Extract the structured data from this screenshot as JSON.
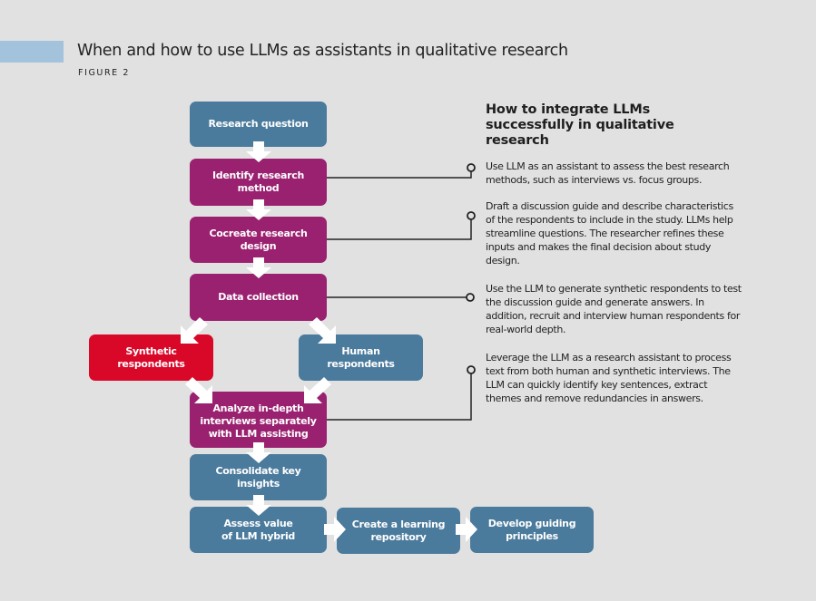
{
  "header": {
    "title": "When and how to use LLMs as assistants in qualitative research",
    "figure_label": "FIGURE 2"
  },
  "colors": {
    "background": "#e1e1e1",
    "accent_bar": "#a3c3dc",
    "blue_box": "#4a7a9c",
    "purple_box": "#992170",
    "red_box": "#d90728",
    "connector": "#222222",
    "arrow": "#ffffff"
  },
  "flow": {
    "research_question": [
      "Research question"
    ],
    "identify_method": [
      "Identify research",
      "method"
    ],
    "cocreate_design": [
      "Cocreate research",
      "design"
    ],
    "data_collection": [
      "Data collection"
    ],
    "synthetic_respondents": [
      "Synthetic",
      "respondents"
    ],
    "human_respondents": [
      "Human",
      "respondents"
    ],
    "analyze_interviews": [
      "Analyze in-depth",
      "interviews separately",
      "with LLM assisting"
    ],
    "consolidate_insights": [
      "Consolidate key",
      "insights"
    ],
    "assess_value": [
      "Assess value",
      "of LLM hybrid"
    ],
    "learning_repository": [
      "Create a learning",
      "repository"
    ],
    "guiding_principles": [
      "Develop guiding",
      "principles"
    ]
  },
  "panel": {
    "title": "How to integrate LLMs successfully in qualitative research",
    "notes": [
      "Use LLM as an assistant to assess the best research methods, such as interviews vs. focus groups.",
      "Draft a discussion guide and describe characteristics of the respondents to include in the study. LLMs help streamline questions. The researcher refines these inputs and makes the final decision about study design.",
      "Use the LLM to generate synthetic respondents to test the discussion guide and generate answers. In addition, recruit and interview human respondents for real-world depth.",
      "Leverage the LLM as a research assistant to process text from both human and synthetic interviews. The LLM can quickly identify key sentences, extract themes and remove redundancies in answers."
    ]
  }
}
